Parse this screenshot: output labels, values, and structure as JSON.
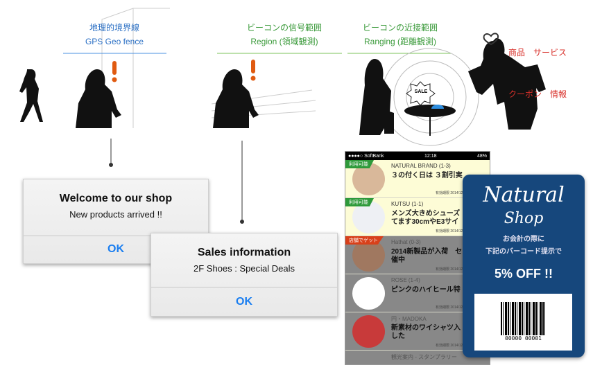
{
  "labels": {
    "geofence": {
      "jp": "地理的境界線",
      "en": "GPS Geo fence"
    },
    "region": {
      "jp": "ビーコンの信号範囲",
      "en": "Region (領域観測)"
    },
    "ranging": {
      "jp": "ビーコンの近接範囲",
      "en": "Ranging (距離観測)"
    },
    "services": {
      "line1": "商品　サービス",
      "line2": "クーポン　情報"
    }
  },
  "sale_badge": "SALE",
  "dialog1": {
    "title": "Welcome to our shop",
    "message": "New products arrived !!",
    "button": "OK"
  },
  "dialog2": {
    "title": "Sales information",
    "message": "2F Shoes : Special Deals",
    "button": "OK"
  },
  "phone": {
    "status": {
      "carrier": "●●●●○ SoftBank",
      "time": "12:18",
      "battery": "48%"
    },
    "items": [
      {
        "tag": "利用可能",
        "brand": "NATURAL BRAND (1-3)",
        "text": "３の付く日は ３割引実",
        "date": "有効期限 2014/12/3"
      },
      {
        "tag": "利用可能",
        "brand": "KUTSU (1-1)",
        "text": "メンズ大きめシューズ\nてます30cmやE3サイ",
        "date": "有効期限 2014/12/3"
      },
      {
        "tag": "店舗でゲット",
        "brand": "Hathat (0-3)",
        "text": "2014新製品が入荷　セ\n催中",
        "date": "有効期限 2014/12/1"
      },
      {
        "tag": "",
        "brand": "ROSE (1-4)",
        "text": "ピンクのハイヒール特",
        "date": "有効期限 2014/12/3"
      },
      {
        "tag": "",
        "brand": "円・MADOKA",
        "text": "新素材のワイシャツ入\nした",
        "date": "有効期限 2014/12/3"
      },
      {
        "tag": "",
        "brand": "観光案内 - スタンプラリー",
        "text": "",
        "date": ""
      }
    ]
  },
  "coupon": {
    "logo1": "Natural",
    "logo2": "Shop",
    "line1": "お会計の際に",
    "line2": "下記のバーコード提示で",
    "discount": "5% OFF !!",
    "barcode": "00000 00001"
  },
  "colors": {
    "geofence": "#2a6fc4",
    "beacon": "#3a9a3a",
    "services": "#d8302a",
    "alert": "#e05a10",
    "coupon": "#16477c"
  }
}
